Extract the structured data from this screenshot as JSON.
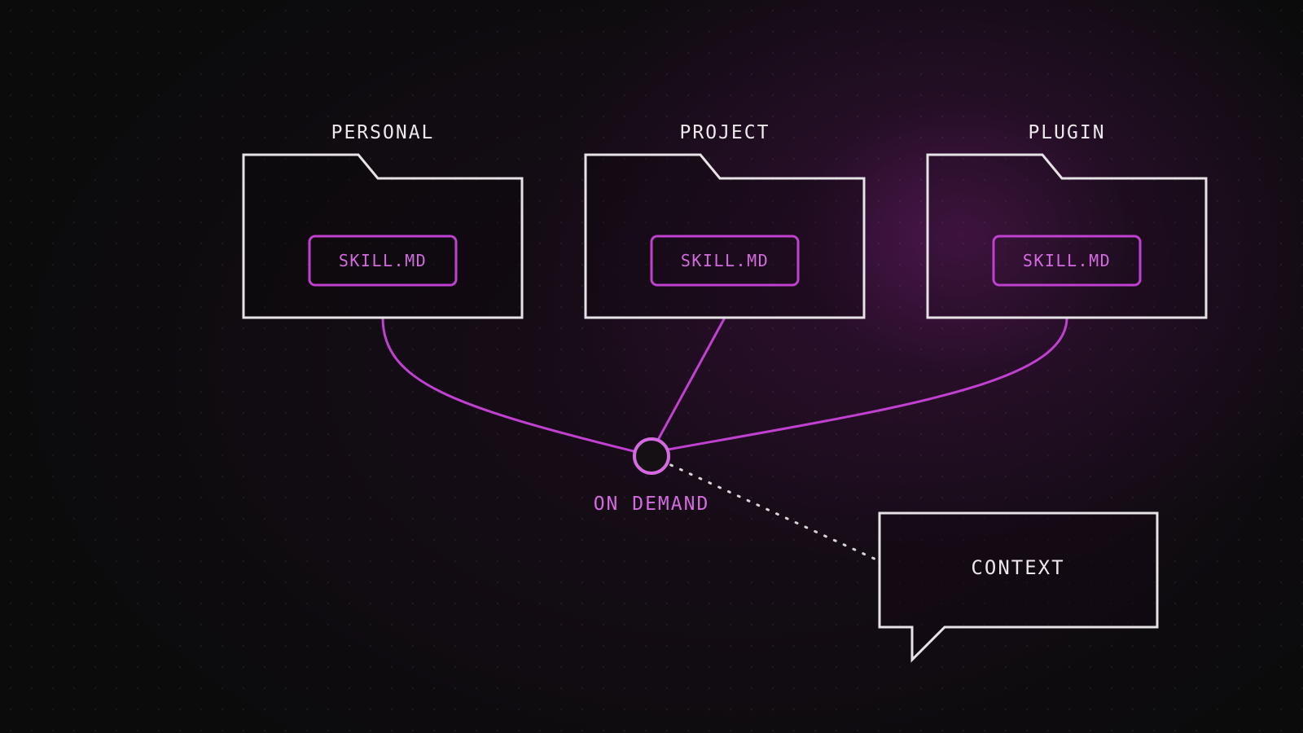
{
  "folders": [
    {
      "label": "PERSONAL",
      "file": "SKILL.MD"
    },
    {
      "label": "PROJECT",
      "file": "SKILL.MD"
    },
    {
      "label": "PLUGIN",
      "file": "SKILL.MD"
    }
  ],
  "hub": {
    "label": "ON DEMAND"
  },
  "context": {
    "label": "CONTEXT"
  },
  "colors": {
    "accent": "#c040d0",
    "accent_text": "#d46ae0",
    "outline": "#e6e2e6",
    "label_text": "#ece8ec",
    "background": "#0b0b0c"
  }
}
